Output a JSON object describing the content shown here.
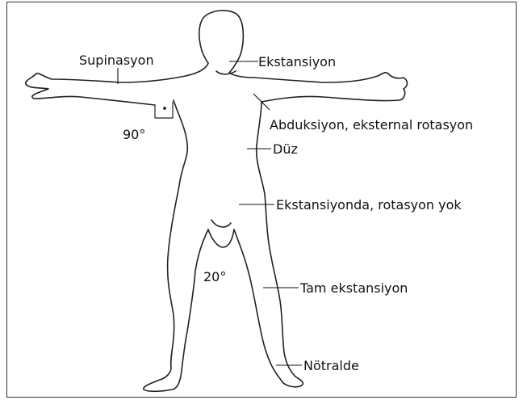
{
  "labels": {
    "supination": "Supinasyon",
    "neck_extension": "Ekstansiyon",
    "shoulder": "Abduksiyon, eksternal rotasyon",
    "elbow_angle": "90°",
    "trunk": "Düz",
    "hip": "Ekstansiyonda, rotasyon yok",
    "leg_angle": "20°",
    "knee": "Tam ekstansiyon",
    "ankle": "Nötralde"
  },
  "colors": {
    "outline": "#222222",
    "text": "#111111"
  }
}
